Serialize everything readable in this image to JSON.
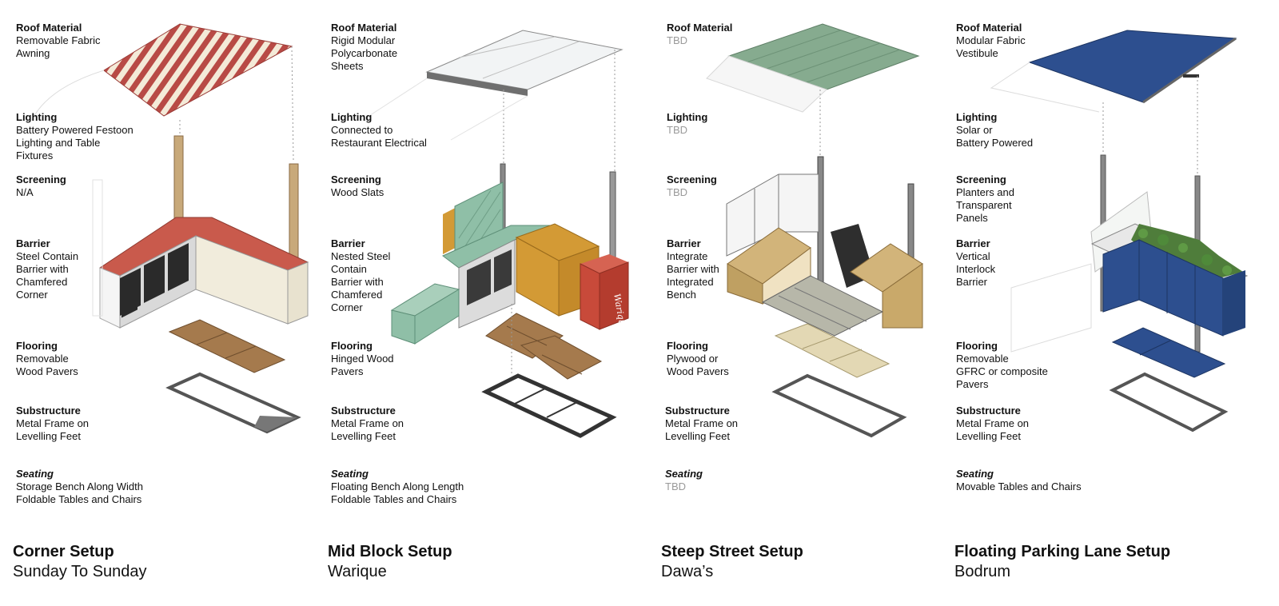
{
  "setups": [
    {
      "title": "Corner Setup",
      "restaurant": "Sunday To Sunday",
      "specs": [
        {
          "heading": "Roof Material",
          "value": "Removable Fabric\nAwning"
        },
        {
          "heading": "Lighting",
          "value": "Battery Powered Festoon\nLighting and Table\nFixtures"
        },
        {
          "heading": "Screening",
          "value": "N/A"
        },
        {
          "heading": "Barrier",
          "value": "Steel Contain\nBarrier with\nChamfered\nCorner"
        },
        {
          "heading": "Flooring",
          "value": "Removable\nWood Pavers"
        },
        {
          "heading": "Substructure",
          "value": "Metal Frame on\nLevelling Feet"
        },
        {
          "heading": "Seating",
          "value": "Storage Bench Along Width\nFoldable Tables and Chairs"
        }
      ]
    },
    {
      "title": "Mid Block Setup",
      "restaurant": "Warique",
      "specs": [
        {
          "heading": "Roof Material",
          "value": "Rigid Modular\nPolycarbonate\nSheets"
        },
        {
          "heading": "Lighting",
          "value": "Connected to\nRestaurant Electrical"
        },
        {
          "heading": "Screening",
          "value": "Wood Slats"
        },
        {
          "heading": "Barrier",
          "value": "Nested Steel\nContain\nBarrier with\nChamfered\nCorner"
        },
        {
          "heading": "Flooring",
          "value": "Hinged Wood\nPavers"
        },
        {
          "heading": "Substructure",
          "value": "Metal Frame on\nLevelling Feet"
        },
        {
          "heading": "Seating",
          "value": "Floating Bench Along Length\nFoldable Tables and Chairs"
        }
      ],
      "sign_text": "Warique"
    },
    {
      "title": "Steep Street Setup",
      "restaurant": "Dawa’s",
      "specs": [
        {
          "heading": "Roof Material",
          "value": "TBD"
        },
        {
          "heading": "Lighting",
          "value": "TBD"
        },
        {
          "heading": "Screening",
          "value": "TBD"
        },
        {
          "heading": "Barrier",
          "value": "Integrate\nBarrier with\nIntegrated\nBench"
        },
        {
          "heading": "Flooring",
          "value": "Plywood or\nWood Pavers"
        },
        {
          "heading": "Substructure",
          "value": "Metal Frame on\nLevelling Feet"
        },
        {
          "heading": "Seating",
          "value": "TBD"
        }
      ]
    },
    {
      "title": "Floating Parking Lane Setup",
      "restaurant": "Bodrum",
      "specs": [
        {
          "heading": "Roof Material",
          "value": "Modular Fabric\nVestibule"
        },
        {
          "heading": "Lighting",
          "value": "Solar or\nBattery Powered"
        },
        {
          "heading": "Screening",
          "value": "Planters and\nTransparent\nPanels"
        },
        {
          "heading": "Barrier",
          "value": "Vertical\nInterlock\nBarrier"
        },
        {
          "heading": "Flooring",
          "value": "Removable\nGFRC or composite\nPavers"
        },
        {
          "heading": "Substructure",
          "value": "Metal Frame on\nLevelling Feet"
        },
        {
          "heading": "Seating",
          "value": "Movable Tables and Chairs"
        }
      ]
    }
  ],
  "colors": {
    "awning_red": "#b84a45",
    "corner_barrier": "#c95a4c",
    "wood": "#a57a4d",
    "mint": "#8fbfa7",
    "mustard": "#d39a35",
    "sign_red": "#c84a3a",
    "green_roof": "#86ab8f",
    "tan_bench": "#d2b47a",
    "navy": "#2d4f8f",
    "metal": "#555555"
  }
}
